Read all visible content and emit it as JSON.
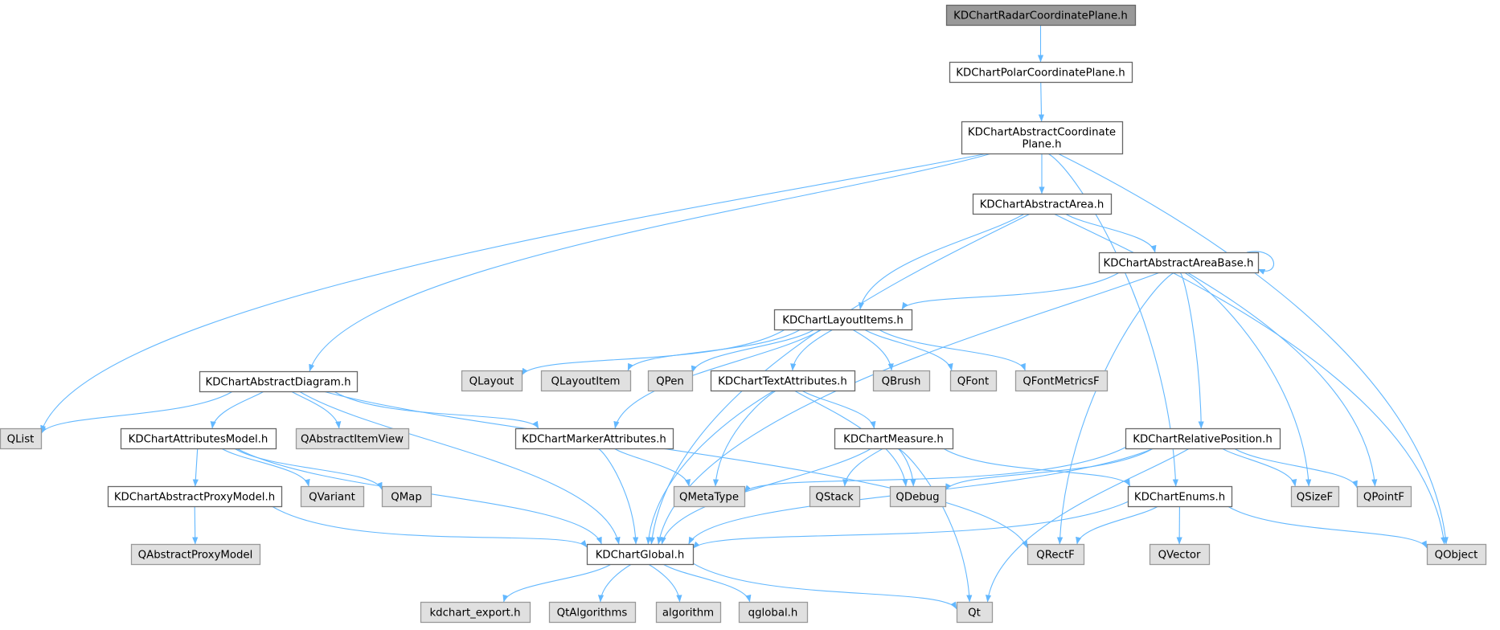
{
  "colors": {
    "background": "#ffffff",
    "root_fill": "#999999",
    "root_border": "#666666",
    "header_fill": "#ffffff",
    "header_border": "#666666",
    "external_fill": "#e0e0e0",
    "external_border": "#999999",
    "edge": "#63b8ff",
    "text": "#000000"
  },
  "nodes": [
    {
      "id": "radar",
      "kind": "root",
      "lines": [
        "KDChartRadarCoordinatePlane.h"
      ]
    },
    {
      "id": "polar",
      "kind": "header",
      "lines": [
        "KDChartPolarCoordinatePlane.h"
      ]
    },
    {
      "id": "abscoord",
      "kind": "header",
      "lines": [
        "KDChartAbstractCoordinate",
        "Plane.h"
      ]
    },
    {
      "id": "absarea",
      "kind": "header",
      "lines": [
        "KDChartAbstractArea.h"
      ]
    },
    {
      "id": "absareabase",
      "kind": "header",
      "lines": [
        "KDChartAbstractAreaBase.h"
      ]
    },
    {
      "id": "layoutitems",
      "kind": "header",
      "lines": [
        "KDChartLayoutItems.h"
      ]
    },
    {
      "id": "absdiagram",
      "kind": "header",
      "lines": [
        "KDChartAbstractDiagram.h"
      ]
    },
    {
      "id": "qlist",
      "kind": "external",
      "lines": [
        "QList"
      ]
    },
    {
      "id": "qlayout",
      "kind": "external",
      "lines": [
        "QLayout"
      ]
    },
    {
      "id": "qlayoutitem",
      "kind": "external",
      "lines": [
        "QLayoutItem"
      ]
    },
    {
      "id": "qpen",
      "kind": "external",
      "lines": [
        "QPen"
      ]
    },
    {
      "id": "textattr",
      "kind": "header",
      "lines": [
        "KDChartTextAttributes.h"
      ]
    },
    {
      "id": "qbrush",
      "kind": "external",
      "lines": [
        "QBrush"
      ]
    },
    {
      "id": "qfont",
      "kind": "external",
      "lines": [
        "QFont"
      ]
    },
    {
      "id": "qfontmetricsf",
      "kind": "external",
      "lines": [
        "QFontMetricsF"
      ]
    },
    {
      "id": "attrmodel",
      "kind": "header",
      "lines": [
        "KDChartAttributesModel.h"
      ]
    },
    {
      "id": "qabsitemview",
      "kind": "external",
      "lines": [
        "QAbstractItemView"
      ]
    },
    {
      "id": "markerattr",
      "kind": "header",
      "lines": [
        "KDChartMarkerAttributes.h"
      ]
    },
    {
      "id": "measure",
      "kind": "header",
      "lines": [
        "KDChartMeasure.h"
      ]
    },
    {
      "id": "relpos",
      "kind": "header",
      "lines": [
        "KDChartRelativePosition.h"
      ]
    },
    {
      "id": "absproxy",
      "kind": "header",
      "lines": [
        "KDChartAbstractProxyModel.h"
      ]
    },
    {
      "id": "qvariant",
      "kind": "external",
      "lines": [
        "QVariant"
      ]
    },
    {
      "id": "qmap",
      "kind": "external",
      "lines": [
        "QMap"
      ]
    },
    {
      "id": "qmetatype",
      "kind": "external",
      "lines": [
        "QMetaType"
      ]
    },
    {
      "id": "qstack",
      "kind": "external",
      "lines": [
        "QStack"
      ]
    },
    {
      "id": "qdebug",
      "kind": "external",
      "lines": [
        "QDebug"
      ]
    },
    {
      "id": "enums",
      "kind": "header",
      "lines": [
        "KDChartEnums.h"
      ]
    },
    {
      "id": "qsizef",
      "kind": "external",
      "lines": [
        "QSizeF"
      ]
    },
    {
      "id": "qpointf",
      "kind": "external",
      "lines": [
        "QPointF"
      ]
    },
    {
      "id": "qabsproxymodel",
      "kind": "external",
      "lines": [
        "QAbstractProxyModel"
      ]
    },
    {
      "id": "global",
      "kind": "header",
      "lines": [
        "KDChartGlobal.h"
      ]
    },
    {
      "id": "qrectf",
      "kind": "external",
      "lines": [
        "QRectF"
      ]
    },
    {
      "id": "qvector",
      "kind": "external",
      "lines": [
        "QVector"
      ]
    },
    {
      "id": "qobject",
      "kind": "external",
      "lines": [
        "QObject"
      ]
    },
    {
      "id": "kdexport",
      "kind": "external",
      "lines": [
        "kdchart_export.h"
      ]
    },
    {
      "id": "qtalgorithms",
      "kind": "external",
      "lines": [
        "QtAlgorithms"
      ]
    },
    {
      "id": "algorithm",
      "kind": "external",
      "lines": [
        "algorithm"
      ]
    },
    {
      "id": "qglobal",
      "kind": "external",
      "lines": [
        "qglobal.h"
      ]
    },
    {
      "id": "qt",
      "kind": "external",
      "lines": [
        "Qt"
      ]
    }
  ],
  "edges": [
    [
      "radar",
      "polar"
    ],
    [
      "polar",
      "abscoord"
    ],
    [
      "abscoord",
      "absarea"
    ],
    [
      "abscoord",
      "qlist"
    ],
    [
      "abscoord",
      "absdiagram"
    ],
    [
      "abscoord",
      "enums"
    ],
    [
      "abscoord",
      "qobject"
    ],
    [
      "absarea",
      "absareabase"
    ],
    [
      "absarea",
      "layoutitems"
    ],
    [
      "absarea",
      "global"
    ],
    [
      "absarea",
      "qobject"
    ],
    [
      "absareabase",
      "absareabase"
    ],
    [
      "absareabase",
      "layoutitems"
    ],
    [
      "absareabase",
      "relpos"
    ],
    [
      "absareabase",
      "qsizef"
    ],
    [
      "absareabase",
      "qpointf"
    ],
    [
      "absareabase",
      "qrectf"
    ],
    [
      "absareabase",
      "global"
    ],
    [
      "layoutitems",
      "qlayout"
    ],
    [
      "layoutitems",
      "qlayoutitem"
    ],
    [
      "layoutitems",
      "qpen"
    ],
    [
      "layoutitems",
      "textattr"
    ],
    [
      "layoutitems",
      "qbrush"
    ],
    [
      "layoutitems",
      "qfont"
    ],
    [
      "layoutitems",
      "qfontmetricsf"
    ],
    [
      "layoutitems",
      "markerattr"
    ],
    [
      "absdiagram",
      "qlist"
    ],
    [
      "absdiagram",
      "attrmodel"
    ],
    [
      "absdiagram",
      "qabsitemview"
    ],
    [
      "absdiagram",
      "markerattr"
    ],
    [
      "absdiagram",
      "qrectf"
    ],
    [
      "absdiagram",
      "global"
    ],
    [
      "textattr",
      "measure"
    ],
    [
      "textattr",
      "qmetatype"
    ],
    [
      "textattr",
      "qdebug"
    ],
    [
      "textattr",
      "global"
    ],
    [
      "attrmodel",
      "absproxy"
    ],
    [
      "attrmodel",
      "qvariant"
    ],
    [
      "attrmodel",
      "qmap"
    ],
    [
      "attrmodel",
      "global"
    ],
    [
      "markerattr",
      "qmetatype"
    ],
    [
      "markerattr",
      "global"
    ],
    [
      "measure",
      "qstack"
    ],
    [
      "measure",
      "qdebug"
    ],
    [
      "measure",
      "enums"
    ],
    [
      "measure",
      "qt"
    ],
    [
      "measure",
      "global"
    ],
    [
      "relpos",
      "qmetatype"
    ],
    [
      "relpos",
      "qdebug"
    ],
    [
      "relpos",
      "qsizef"
    ],
    [
      "relpos",
      "qpointf"
    ],
    [
      "relpos",
      "global"
    ],
    [
      "relpos",
      "qt"
    ],
    [
      "absproxy",
      "qabsproxymodel"
    ],
    [
      "absproxy",
      "global"
    ],
    [
      "enums",
      "qrectf"
    ],
    [
      "enums",
      "qvector"
    ],
    [
      "enums",
      "qobject"
    ],
    [
      "enums",
      "global"
    ],
    [
      "global",
      "kdexport"
    ],
    [
      "global",
      "qtalgorithms"
    ],
    [
      "global",
      "algorithm"
    ],
    [
      "global",
      "qglobal"
    ],
    [
      "global",
      "qt"
    ]
  ]
}
